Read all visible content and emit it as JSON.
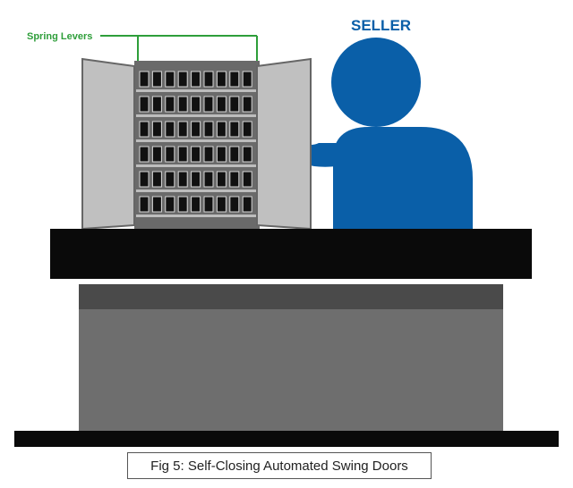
{
  "labels": {
    "spring_levers": "Spring Levers",
    "seller": "SELLER"
  },
  "caption": "Fig 5: Self-Closing Automated Swing Doors",
  "colors": {
    "seller_blue": "#0a5fa8",
    "spring_green": "#2e9e3a",
    "door_gray": "#c0c0c0",
    "counter_black": "#0a0a0a",
    "cabinet_gray": "#6e6e6e",
    "slot_black": "#111111"
  },
  "icons": {
    "seller": "person-silhouette-icon",
    "hand": "hand-icon"
  }
}
